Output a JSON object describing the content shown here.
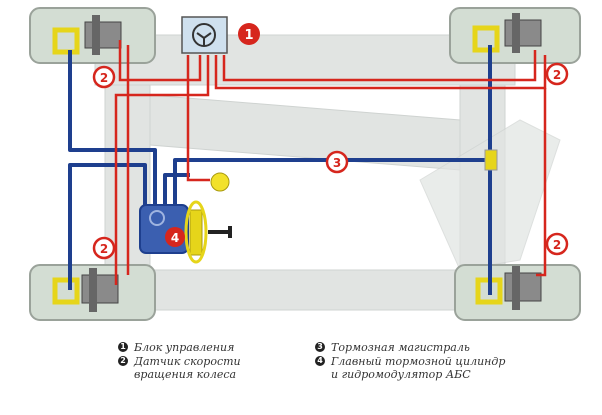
{
  "colors": {
    "brake_line": "#1e3f8e",
    "sensor_wire": "#d6261d",
    "badge": "#d6261d",
    "frame": "#e1e4e2",
    "tire": "#d3ddd3"
  },
  "callouts": {
    "control_unit": "1",
    "sensor_front_left": "2",
    "sensor_front_right": "2",
    "sensor_rear_left": "2",
    "sensor_rear_right": "2",
    "brake_main_line": "3",
    "master_cylinder": "4"
  },
  "legend": {
    "left": [
      {
        "num": "1",
        "text": "Блок управления"
      },
      {
        "num": "2",
        "text": "Датчик скорости",
        "text2": "вращения колеса"
      }
    ],
    "right": [
      {
        "num": "3",
        "text": "Тормозная магистраль"
      },
      {
        "num": "4",
        "text": "Главный тормозной цилиндр",
        "text2": "и гидромодулятор АБС"
      }
    ]
  }
}
